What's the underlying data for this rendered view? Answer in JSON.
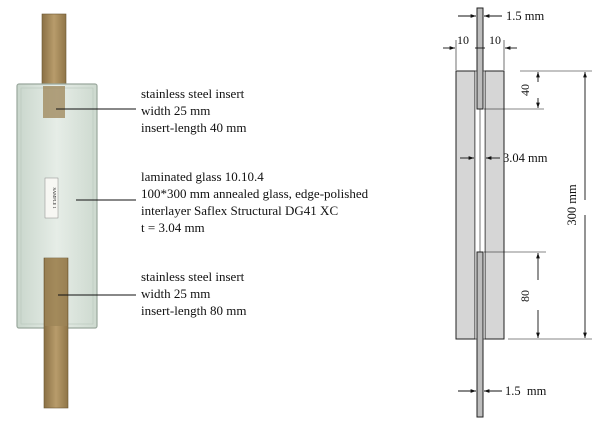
{
  "specimen_photo": {
    "label_sticker": "SAMPLE 1"
  },
  "callouts": {
    "top_insert": {
      "line1": "stainless steel insert",
      "line2": "width 25 mm",
      "line3": "insert-length 40 mm"
    },
    "glass": {
      "line1": "laminated glass 10.10.4",
      "line2": "100*300 mm annealed glass, edge-polished",
      "line3": "interlayer Saflex Structural DG41 XC",
      "line4": "t = 3.04 mm"
    },
    "bottom_insert": {
      "line1": "stainless steel insert",
      "line2": "width 25 mm",
      "line3": "insert-length 80 mm"
    }
  },
  "section_drawing": {
    "dim_top_insert_thickness": "1.5 mm",
    "dim_glass_left": "10",
    "dim_glass_right": "10",
    "dim_interlayer": "3.04 mm",
    "dim_top_insert_length": "40",
    "dim_bottom_insert_length": "80",
    "dim_total_height": "300 mm",
    "dim_bottom_insert_thickness": "1.5  mm"
  },
  "colors": {
    "glass": "#dfe7e1",
    "steel": "#a58a5e",
    "section_glass": "#d6d6d6",
    "section_line": "#222222"
  }
}
